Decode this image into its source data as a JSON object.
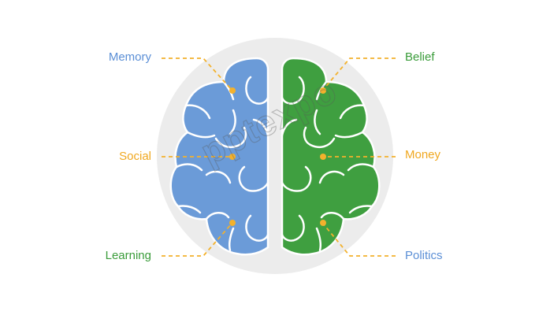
{
  "colors": {
    "circle_bg": "#ececec",
    "left_hemisphere": "#6b9bd8",
    "right_hemisphere": "#3f9f40",
    "outline": "#ffffff",
    "connector": "#f3b12c",
    "dot": "#f3b12c"
  },
  "labels": {
    "memory": {
      "text": "Memory",
      "color": "#5b8fd6"
    },
    "social": {
      "text": "Social",
      "color": "#f0a820"
    },
    "learning": {
      "text": "Learning",
      "color": "#3a9c3a"
    },
    "belief": {
      "text": "Belief",
      "color": "#3a9c3a"
    },
    "money": {
      "text": "Money",
      "color": "#f0a820"
    },
    "politics": {
      "text": "Politics",
      "color": "#5b8fd6"
    }
  },
  "watermark": "pptexpo"
}
